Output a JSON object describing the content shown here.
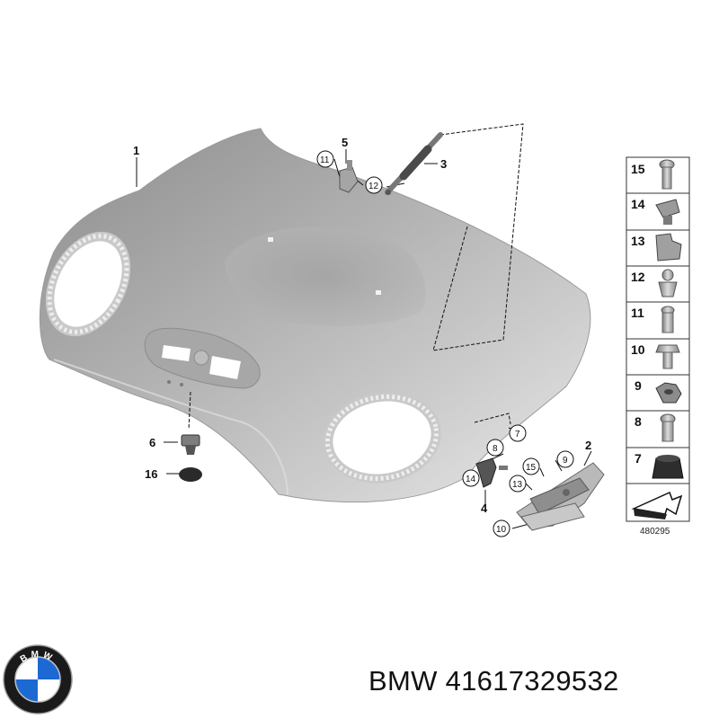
{
  "callouts": {
    "c1": "1",
    "c2": "2",
    "c3": "3",
    "c4": "4",
    "c5": "5",
    "c6": "6",
    "c7": "7",
    "c8": "8",
    "c9": "9",
    "c10": "10",
    "c11": "11",
    "c12": "12",
    "c13": "13",
    "c14": "14",
    "c15": "15",
    "c16": "16"
  },
  "legend": {
    "items": [
      "15",
      "14",
      "13",
      "12",
      "11",
      "10",
      "9",
      "8",
      "7"
    ],
    "reference": "480295"
  },
  "logo": {
    "text": "BMW",
    "colors": {
      "blue": "#1c69d4",
      "white": "#ffffff",
      "ring": "#111111"
    }
  },
  "caption": {
    "brand": "BMW",
    "part_number": "41617329532"
  }
}
